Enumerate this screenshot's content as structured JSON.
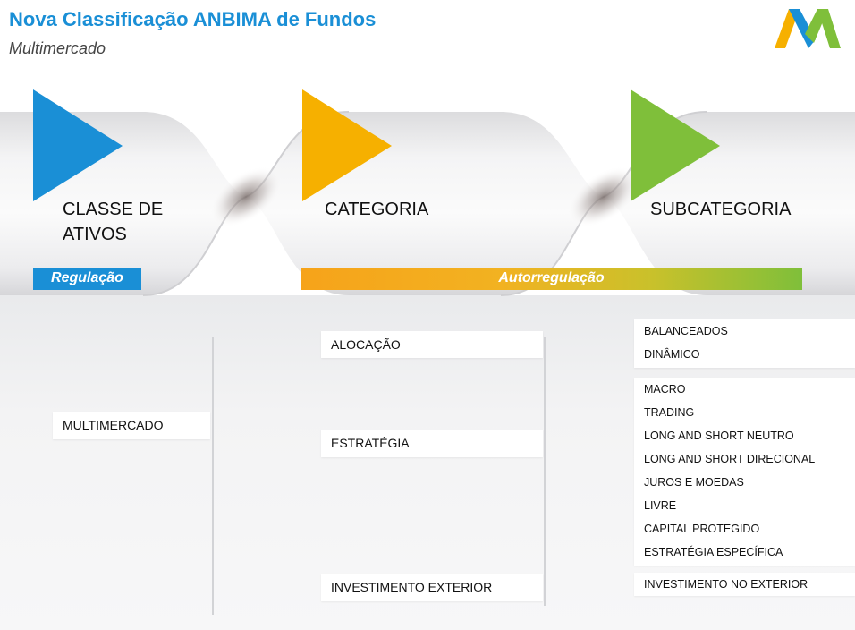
{
  "header": {
    "title": "Nova Classificação ANBIMA de Fundos",
    "subtitle": "Multimercado"
  },
  "stages": {
    "classe": [
      "CLASSE DE",
      "ATIVOS"
    ],
    "categoria": "CATEGORIA",
    "subcategoria": "SUBCATEGORIA"
  },
  "bars": {
    "regulacao": "Regulação",
    "autorregulacao": "Autorregulação"
  },
  "classe": {
    "item": "MULTIMERCADO"
  },
  "categorias": [
    "ALOCAÇÃO",
    "ESTRATÉGIA",
    "INVESTIMENTO EXTERIOR"
  ],
  "subcategorias": {
    "alocacao": [
      "BALANCEADOS",
      "DINÂMICO"
    ],
    "estrategia": [
      "MACRO",
      "TRADING",
      "LONG AND SHORT NEUTRO",
      "LONG AND SHORT DIRECIONAL",
      "JUROS E MOEDAS",
      "LIVRE",
      "CAPITAL PROTEGIDO",
      "ESTRATÉGIA ESPECÍFICA"
    ],
    "exterior": [
      "INVESTIMENTO NO EXTERIOR"
    ]
  },
  "colors": {
    "title": "#1a8fd6",
    "classe_arrow": "#1a8fd6",
    "categoria_arrow": "#f6b000",
    "subcategoria_arrow": "#7fbf3a"
  },
  "icons": {
    "logo": "anbima-logo",
    "arrows": "play-triangle-icon"
  }
}
